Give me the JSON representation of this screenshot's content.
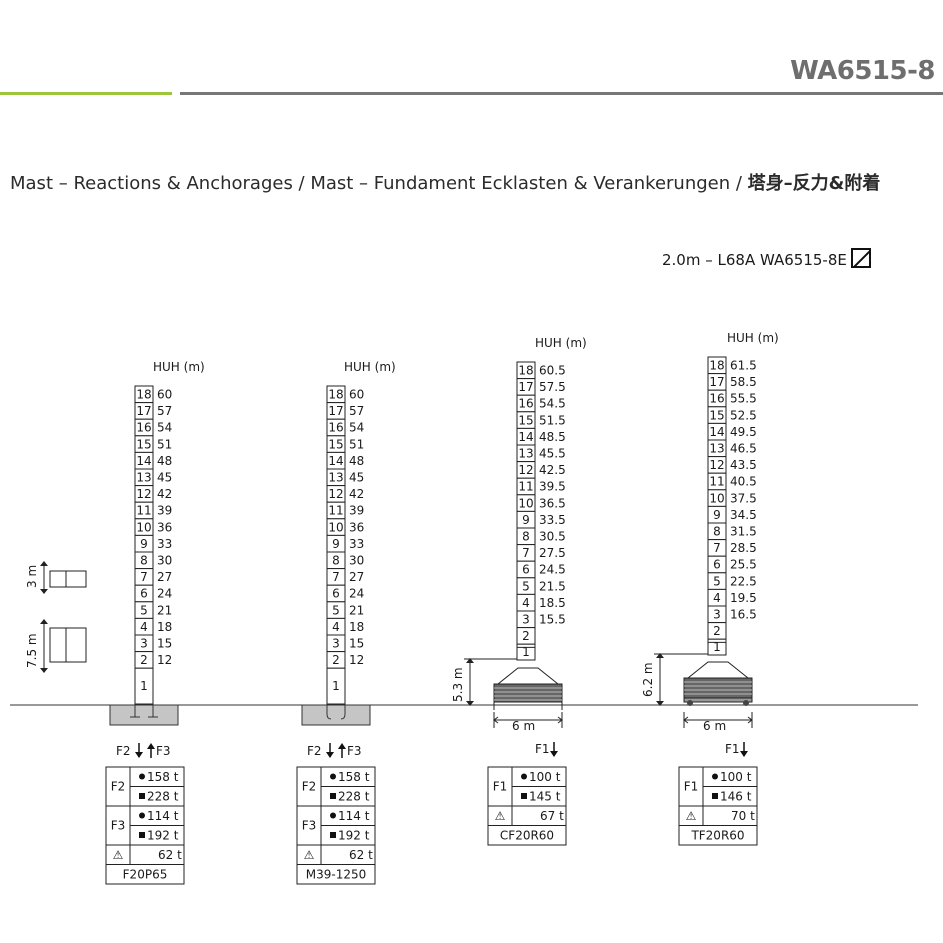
{
  "header": {
    "model": "WA6515-8",
    "subtitle_en_de": "Mast – Reactions & Anchorages / Mast – Fundament Ecklasten & Verankerungen / ",
    "subtitle_cn": "塔身–反力&附着"
  },
  "config": {
    "label": "2.0m – L68A  WA6515-8E"
  },
  "side_dims": {
    "top": "3 m",
    "bottom": "7.5 m"
  },
  "columns": [
    {
      "huh_label": "HUH (m)",
      "heights": [
        "60",
        "57",
        "54",
        "51",
        "48",
        "45",
        "42",
        "39",
        "36",
        "33",
        "30",
        "27",
        "24",
        "21",
        "18",
        "15",
        "12"
      ],
      "forces_label_left": "F2",
      "forces_label_right": "F3",
      "rows": [
        {
          "group": "F2",
          "icon": "●",
          "value": "158 t"
        },
        {
          "group": "",
          "icon": "■",
          "value": "228 t"
        },
        {
          "group": "F3",
          "icon": "●",
          "value": "114 t"
        },
        {
          "group": "",
          "icon": "■",
          "value": "192 t"
        },
        {
          "group": "",
          "icon": "⚠",
          "value": "62 t"
        }
      ],
      "base_name": "F20P65"
    },
    {
      "huh_label": "HUH (m)",
      "heights": [
        "60",
        "57",
        "54",
        "51",
        "48",
        "45",
        "42",
        "39",
        "36",
        "33",
        "30",
        "27",
        "24",
        "21",
        "18",
        "15",
        "12"
      ],
      "forces_label_left": "F2",
      "forces_label_right": "F3",
      "rows": [
        {
          "group": "F2",
          "icon": "●",
          "value": "158 t"
        },
        {
          "group": "",
          "icon": "■",
          "value": "228 t"
        },
        {
          "group": "F3",
          "icon": "●",
          "value": "114 t"
        },
        {
          "group": "",
          "icon": "■",
          "value": "192 t"
        },
        {
          "group": "",
          "icon": "⚠",
          "value": "62 t"
        }
      ],
      "base_name": "M39-1250"
    },
    {
      "huh_label": "HUH (m)",
      "heights": [
        "60.5",
        "57.5",
        "54.5",
        "51.5",
        "48.5",
        "45.5",
        "42.5",
        "39.5",
        "36.5",
        "33.5",
        "30.5",
        "27.5",
        "24.5",
        "21.5",
        "18.5",
        "15.5"
      ],
      "height_dim": "5.3 m",
      "width_dim": "6 m",
      "forces_label": "F1",
      "rows": [
        {
          "group": "F1",
          "icon": "●",
          "value": "100 t"
        },
        {
          "group": "",
          "icon": "■",
          "value": "145 t"
        },
        {
          "group": "",
          "icon": "⚠",
          "value": "67 t"
        }
      ],
      "base_name": "CF20R60"
    },
    {
      "huh_label": "HUH (m)",
      "heights": [
        "61.5",
        "58.5",
        "55.5",
        "52.5",
        "49.5",
        "46.5",
        "43.5",
        "40.5",
        "37.5",
        "34.5",
        "31.5",
        "28.5",
        "25.5",
        "22.5",
        "19.5",
        "16.5"
      ],
      "height_dim": "6.2 m",
      "width_dim": "6 m",
      "forces_label": "F1",
      "rows": [
        {
          "group": "F1",
          "icon": "●",
          "value": "100 t"
        },
        {
          "group": "",
          "icon": "■",
          "value": "146 t"
        },
        {
          "group": "",
          "icon": "⚠",
          "value": "70 t"
        }
      ],
      "base_name": "TF20R60"
    }
  ]
}
